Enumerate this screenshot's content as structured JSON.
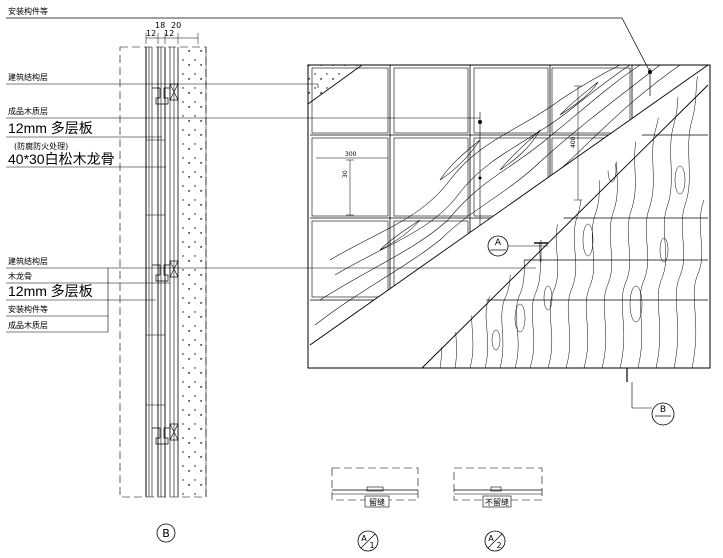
{
  "top_note": "安装构件等",
  "dimensions": {
    "d12a": "12",
    "d18": "18",
    "d12b": "12",
    "d20": "20"
  },
  "section_labels": {
    "upper": [
      "建筑结构层",
      "成品木质层",
      "12mm 多层板",
      "(防腐防火处理)",
      "40*30白松木龙骨"
    ],
    "lower": [
      "建筑结构层",
      "木龙骨",
      "12mm 多层板",
      "安装构件等",
      "成品木质层"
    ]
  },
  "elevation": {
    "dim_400": "400",
    "dim_300": "300",
    "dim_30": "30"
  },
  "markers": {
    "section_b": "B",
    "section_a": "A",
    "callout_b": "B",
    "detail_a1": {
      "letter": "A",
      "num": "1",
      "caption": "留缝"
    },
    "detail_a2": {
      "letter": "A",
      "num": "2",
      "caption": "不留缝"
    }
  }
}
